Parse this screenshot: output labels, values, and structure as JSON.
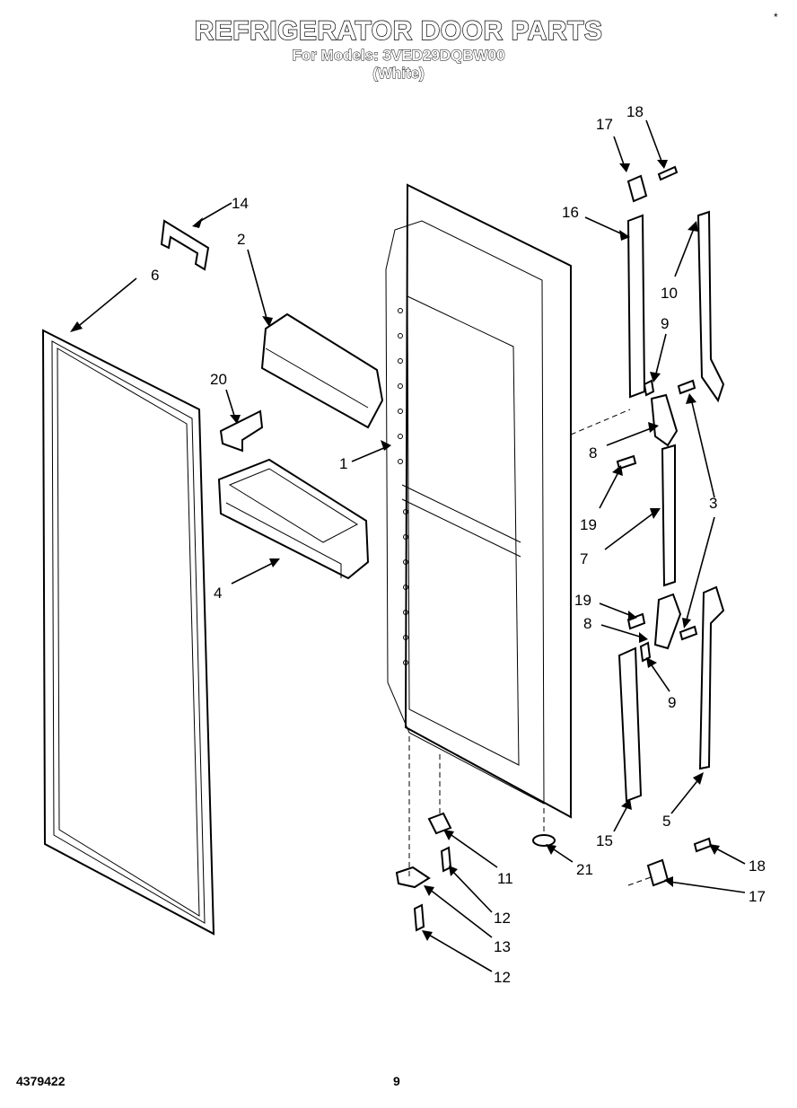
{
  "header": {
    "title": "REFRIGERATOR DOOR PARTS",
    "model_line": "For Models: 3VED29DQBW00",
    "color_line": "(White)"
  },
  "footer": {
    "doc_number": "4379422",
    "page_number": "9"
  },
  "corner_mark": "*",
  "callouts": [
    {
      "id": "c1",
      "label": "1"
    },
    {
      "id": "c2",
      "label": "2"
    },
    {
      "id": "c3",
      "label": "3"
    },
    {
      "id": "c4",
      "label": "4"
    },
    {
      "id": "c5",
      "label": "5"
    },
    {
      "id": "c6",
      "label": "6"
    },
    {
      "id": "c7",
      "label": "7"
    },
    {
      "id": "c8a",
      "label": "8"
    },
    {
      "id": "c8b",
      "label": "8"
    },
    {
      "id": "c9a",
      "label": "9"
    },
    {
      "id": "c9b",
      "label": "9"
    },
    {
      "id": "c10",
      "label": "10"
    },
    {
      "id": "c11",
      "label": "11"
    },
    {
      "id": "c12a",
      "label": "12"
    },
    {
      "id": "c12b",
      "label": "12"
    },
    {
      "id": "c13",
      "label": "13"
    },
    {
      "id": "c14",
      "label": "14"
    },
    {
      "id": "c15",
      "label": "15"
    },
    {
      "id": "c16",
      "label": "16"
    },
    {
      "id": "c17a",
      "label": "17"
    },
    {
      "id": "c17b",
      "label": "17"
    },
    {
      "id": "c18a",
      "label": "18"
    },
    {
      "id": "c18b",
      "label": "18"
    },
    {
      "id": "c19a",
      "label": "19"
    },
    {
      "id": "c19b",
      "label": "19"
    },
    {
      "id": "c20",
      "label": "20"
    },
    {
      "id": "c21",
      "label": "21"
    }
  ]
}
